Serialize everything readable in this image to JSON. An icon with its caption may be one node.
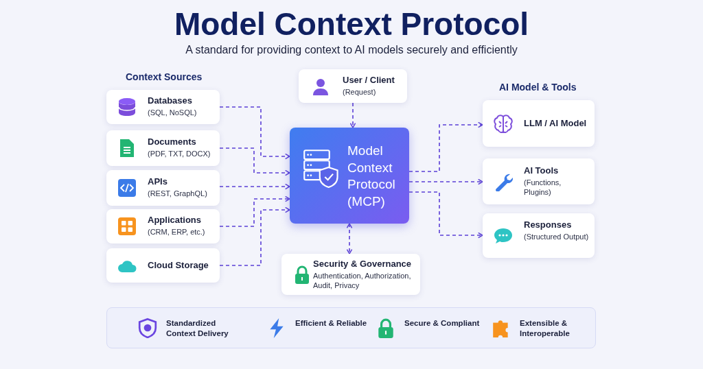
{
  "diagram": {
    "title": "Model Context Protocol",
    "caption": "A standard for providing context to AI models securely and efficiently",
    "nodes": [
      {
        "text": [
          "Databases",
          "(SQL, NoSQL)"
        ]
      },
      {
        "text": [
          "Documents",
          "(PDF, TXT, DOCX)"
        ]
      },
      {
        "text": [
          "APIs",
          "(REST, GraphQL)"
        ]
      },
      {
        "text": [
          "Applications",
          "(CRM, ERP, etc.)"
        ]
      },
      {
        "text": [
          "Cloud Storage"
        ]
      },
      {
        "text": [
          "User / Client",
          "(Request)"
        ]
      },
      {
        "text": [
          "Model Context Protocol (MCP)"
        ]
      },
      {
        "text": [
          "Security & Governance",
          "Authentication, Authorization, Audit, Privacy"
        ]
      },
      {
        "text": [
          "LLM / AI Model"
        ]
      },
      {
        "text": [
          "AI Tools",
          "(Functions, Plugins)"
        ]
      },
      {
        "text": [
          "Responses",
          "(Structured Output)"
        ]
      }
    ],
    "edges": [
      {
        "from": 0,
        "to": 6,
        "arrow": "to"
      },
      {
        "from": 1,
        "to": 6,
        "arrow": "to"
      },
      {
        "from": 2,
        "to": 6,
        "arrow": "to"
      },
      {
        "from": 3,
        "to": 6,
        "arrow": "to"
      },
      {
        "from": 4,
        "to": 6,
        "arrow": "to"
      },
      {
        "from": 5,
        "to": 6,
        "arrow": "to"
      },
      {
        "from": 6,
        "to": 7,
        "arrow": "both"
      },
      {
        "from": 6,
        "to": 8,
        "arrow": "to"
      },
      {
        "from": 6,
        "to": 9,
        "arrow": "to"
      },
      {
        "from": 6,
        "to": 10,
        "arrow": "to"
      }
    ],
    "labels": [
      "Context Sources",
      "AI Model & Tools",
      "Standardized Context Delivery",
      "Efficient & Reliable",
      "Secure & Compliant",
      "Extensible & Interoperable"
    ]
  }
}
